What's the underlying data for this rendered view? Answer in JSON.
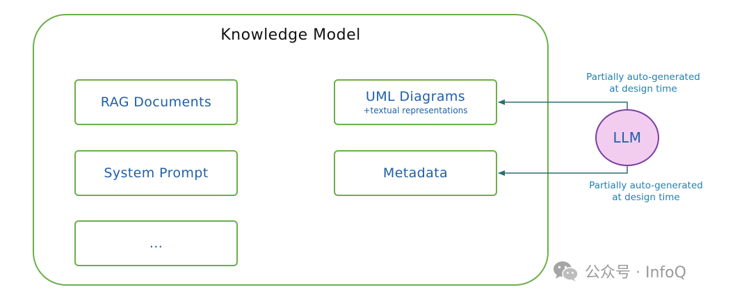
{
  "diagram": {
    "title": "Knowledge Model",
    "boxes": {
      "rag": "RAG Documents",
      "system_prompt": "System Prompt",
      "more": "...",
      "uml_main": "UML Diagrams",
      "uml_sub": "+textual representations",
      "metadata": "Metadata"
    },
    "llm": "LLM",
    "note_top_line1": "Partially auto-generated",
    "note_top_line2": "at design time",
    "note_bottom_line1": "Partially auto-generated",
    "note_bottom_line2": "at design time"
  },
  "watermark": {
    "text": "公众号 · InfoQ",
    "icon": "wechat-icon"
  },
  "colors": {
    "box_border": "#6aaf4a",
    "box_text": "#1f5fa6",
    "llm_fill": "#f2cdf0",
    "llm_border": "#7b3fa0",
    "arrow": "#2f6b73",
    "note_text": "#1f7fb3",
    "watermark": "#9a9a9a"
  }
}
